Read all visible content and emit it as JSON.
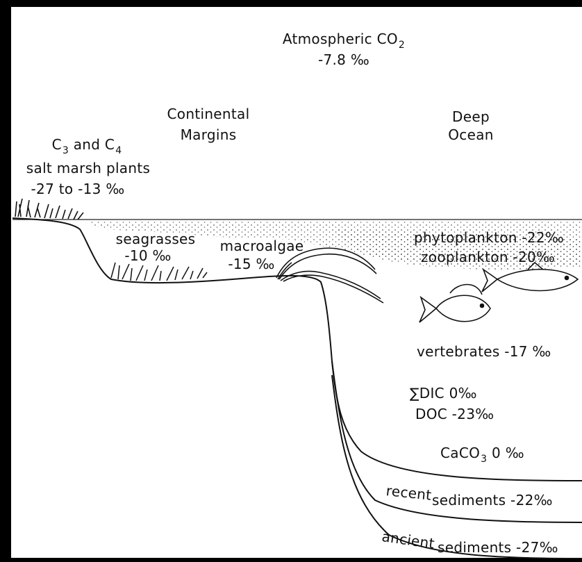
{
  "colors": {
    "ink": "#111111",
    "background": "#ffffff",
    "stipple": "#444444"
  },
  "atmosphere": {
    "label": "Atmospheric CO",
    "subscript": "2",
    "value": "-7.8 ‰"
  },
  "regions": {
    "continental_margins_line1": "Continental",
    "continental_margins_line2": "Margins",
    "deep_ocean_line1": "Deep",
    "deep_ocean_line2": "Ocean"
  },
  "salt_marsh": {
    "c3": "C",
    "c3_sub": "3",
    "and": " and C",
    "c4_sub": "4",
    "line2": "salt marsh plants",
    "line3": "-27 to -13 ‰"
  },
  "seagrasses": {
    "label": "seagrasses",
    "value": "-10 ‰"
  },
  "macroalgae": {
    "label": "macroalgae",
    "value": "-15 ‰"
  },
  "plankton": {
    "phytoplankton": "phytoplankton -22‰",
    "zooplankton": "zooplankton -20‰"
  },
  "vertebrates": {
    "label": "vertebrates -17 ‰"
  },
  "dissolved": {
    "dic": "∑DIC 0‰",
    "doc": "DOC -23‰"
  },
  "caco3": {
    "label": "CaCO",
    "subscript": "3",
    "value": " 0 ‰"
  },
  "sediments": {
    "recent_prefix": "recent",
    "recent_rest": " sediments -22‰",
    "ancient_prefix": "ancient",
    "ancient_rest": " sediments -27‰"
  }
}
